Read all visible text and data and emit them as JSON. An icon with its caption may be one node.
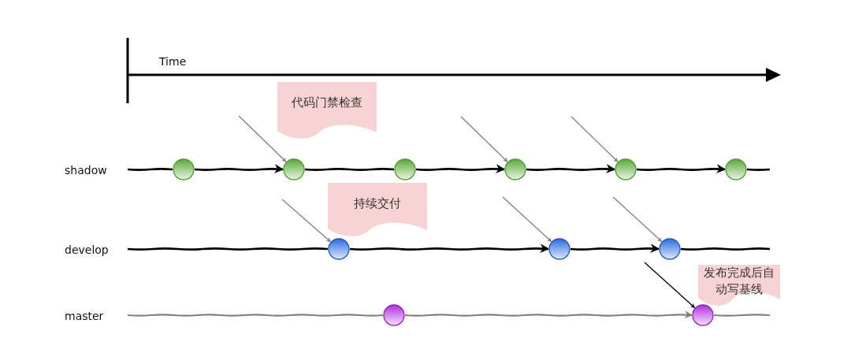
{
  "diagram": {
    "nodes": [
      {
        "text": [
          "代码门禁检查"
        ]
      },
      {
        "text": [],
        "shape": "circle"
      },
      {
        "text": [],
        "shape": "circle"
      },
      {
        "text": [],
        "shape": "circle"
      },
      {
        "text": [],
        "shape": "circle"
      },
      {
        "text": [],
        "shape": "circle"
      },
      {
        "text": [],
        "shape": "circle"
      },
      {
        "text": [
          "持续交付"
        ]
      },
      {
        "text": [],
        "shape": "circle"
      },
      {
        "text": [],
        "shape": "circle"
      },
      {
        "text": [],
        "shape": "circle"
      },
      {
        "text": [
          "发布完成后自动写基线"
        ]
      },
      {
        "text": [],
        "shape": "circle"
      },
      {
        "text": [],
        "shape": "circle"
      }
    ],
    "edges": [
      {
        "from": null,
        "to": 1,
        "arrow": "none"
      },
      {
        "from": 1,
        "to": 2,
        "arrow": "to"
      },
      {
        "from": 2,
        "to": 3,
        "arrow": "none"
      },
      {
        "from": 3,
        "to": 4,
        "arrow": "to"
      },
      {
        "from": 4,
        "to": 5,
        "arrow": "to"
      },
      {
        "from": 5,
        "to": 6,
        "arrow": "to"
      },
      {
        "from": 6,
        "to": null,
        "arrow": "none"
      },
      {
        "from": null,
        "to": 8,
        "arrow": "none"
      },
      {
        "from": 8,
        "to": 9,
        "arrow": "to"
      },
      {
        "from": 9,
        "to": 10,
        "arrow": "to"
      },
      {
        "from": 10,
        "to": null,
        "arrow": "none"
      },
      {
        "from": null,
        "to": 12,
        "arrow": "none",
        "color": "#808080"
      },
      {
        "from": 12,
        "to": 13,
        "arrow": "to",
        "color": "#808080"
      },
      {
        "from": 13,
        "to": null,
        "arrow": "none",
        "color": "#808080"
      },
      {
        "from": null,
        "to": 2,
        "arrow": "to",
        "color": "#808080"
      },
      {
        "from": null,
        "to": 4,
        "arrow": "to",
        "color": "#808080"
      },
      {
        "from": null,
        "to": 5,
        "arrow": "to",
        "color": "#808080"
      },
      {
        "from": null,
        "to": 8,
        "arrow": "to",
        "color": "#808080"
      },
      {
        "from": null,
        "to": 9,
        "arrow": "to",
        "color": "#808080"
      },
      {
        "from": null,
        "to": 10,
        "arrow": "to",
        "color": "#808080"
      },
      {
        "from": null,
        "to": 13,
        "arrow": "to"
      }
    ],
    "labels": [
      "Time",
      "shadow",
      "develop",
      "master"
    ]
  }
}
